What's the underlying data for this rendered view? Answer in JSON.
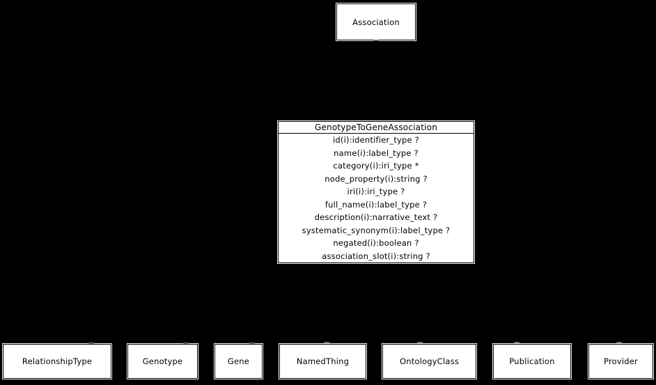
{
  "diagram": {
    "type": "uml-class-diagram",
    "background_color": "#000000",
    "box_fill_color": "#ffffff",
    "box_border_color": "#000000",
    "text_color": "#000000"
  },
  "parent_class": {
    "label": "Association"
  },
  "main_class": {
    "title": "GenotypeToGeneAssociation",
    "attributes": [
      "id(i):identifier_type ?",
      "name(i):label_type ?",
      "category(i):iri_type *",
      "node_property(i):string ?",
      "iri(i):iri_type ?",
      "full_name(i):label_type ?",
      "description(i):narrative_text ?",
      "systematic_synonym(i):label_type ?",
      "negated(i):boolean ?",
      "association_slot(i):string ?"
    ]
  },
  "related_classes": [
    {
      "label": "RelationshipType"
    },
    {
      "label": "Genotype"
    },
    {
      "label": "Gene"
    },
    {
      "label": "NamedThing"
    },
    {
      "label": "OntologyClass"
    },
    {
      "label": "Publication"
    },
    {
      "label": "Provider"
    }
  ]
}
